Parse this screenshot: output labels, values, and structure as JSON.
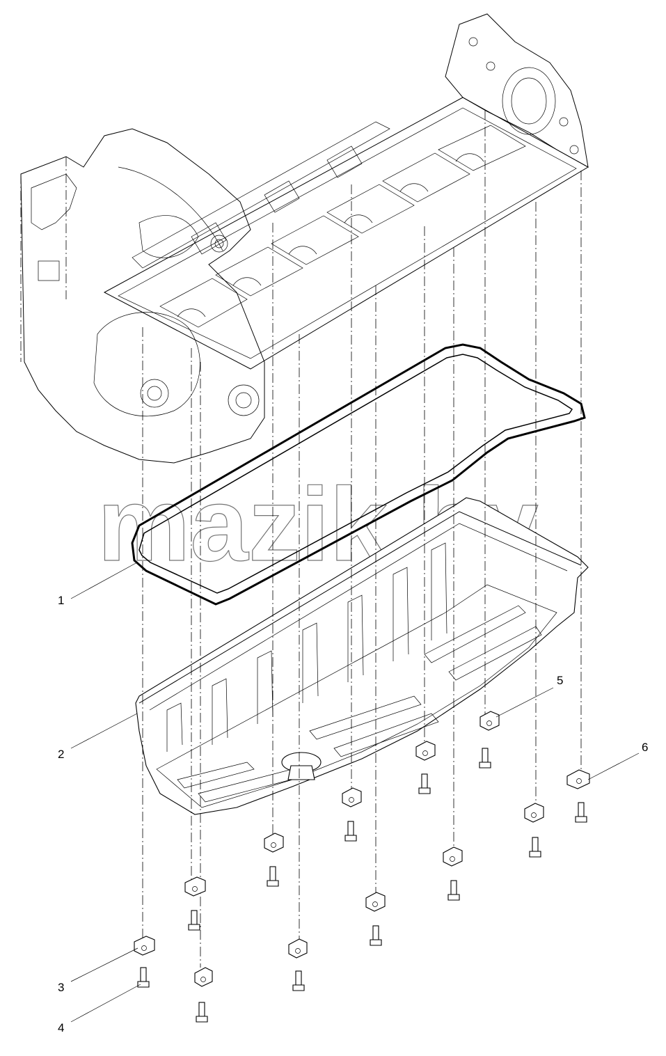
{
  "watermark": "mazik.by",
  "callouts": [
    {
      "number": "1"
    },
    {
      "number": "2"
    },
    {
      "number": "3"
    },
    {
      "number": "4"
    },
    {
      "number": "5"
    },
    {
      "number": "6"
    }
  ]
}
